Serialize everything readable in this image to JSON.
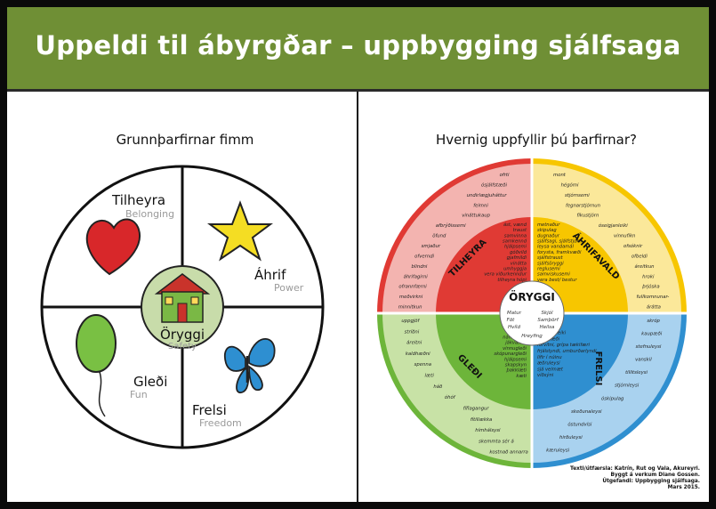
{
  "title": "Uppeldi til ábyrgðar – uppbygging sjálfsaga",
  "left": {
    "subtitle": "Grunnþarfirnar fimm",
    "needs": {
      "belong": {
        "label": "Tilheyra",
        "en": "Belonging"
      },
      "power": {
        "label": "Áhrif",
        "en": "Power"
      },
      "fun": {
        "label": "Gleði",
        "en": "Fun"
      },
      "freedom": {
        "label": "Frelsi",
        "en": "Freedom"
      },
      "safety": {
        "label": "Öryggi",
        "en": "Safety"
      }
    }
  },
  "right": {
    "subtitle": "Hvernig uppfyllir þú þarfirnar?",
    "center": {
      "label": "ÖRYGGI",
      "items": [
        "Matur",
        "Föt",
        "Hvíld",
        "Skjól",
        "Samþörf",
        "Heilsa",
        "Hreyfing"
      ]
    },
    "sectors": {
      "tilheyra": {
        "label": "TILHEYRA",
        "inner": [
          "ást, vænd",
          "traust",
          "samvinna",
          "samkennd",
          "hjálpsemi",
          "góðvild",
          "gjafmildi",
          "vinátta",
          "umhyggja",
          "vera viðurkenndur",
          "tilheyra hópi"
        ],
        "outer": [
          "ofrti",
          "ósjálfstæði",
          "undirlægjuháttur",
          "feimni",
          "vináttukaup",
          "afbrýðissemi",
          "öfund",
          "smjaður",
          "ofverndi",
          "blindni",
          "áhrifagirni",
          "ofrannfærni",
          "meðvirkni",
          "minnitkun"
        ]
      },
      "ahrif": {
        "label": "ÁHRIFAVALD",
        "inner": [
          "metnaður",
          "skipulag",
          "dugnaður",
          "sjálfsagi, sjálfstjórn",
          "leysa vandamál",
          "forysta, framkvæði",
          "sjálfstraust",
          "sjálfsöryggi",
          "reglusemi",
          "samviskusemi",
          "vera best/ bestur"
        ],
        "outer": [
          "mont",
          "hégómi",
          "stjórnsemi",
          "fegnarstjórnun",
          "fíkustjórn",
          "óseigjanleiki",
          "vinnufíkn",
          "ofsóknir",
          "ofbeldi",
          "áreitkun",
          "hroki",
          "þrjóska",
          "fullkomnunar-",
          "árátta"
        ]
      },
      "gledi": {
        "label": "GLEÐI",
        "inner": [
          "leikur",
          "áhuqi",
          "spenna",
          "námsgleði",
          "jákvæðni",
          "vinnugleði",
          "skópunargleði",
          "hjálpsemi",
          "skapskyn",
          "þakklæti",
          "kæti"
        ],
        "outer": [
          "uppgjöf",
          "stríðni",
          "áreitni",
          "kaldhæðni",
          "spenna",
          "læti",
          "háð",
          "óhóf",
          "fíflagangur",
          "fítillækka",
          "hímhálsysi",
          "skemmta sér á",
          "kostnað annarra"
        ]
      },
      "frelsi": {
        "label": "FRELSI",
        "inner": [
          "skópun",
          "frumleiki",
          "sveigjanleiki",
          "sjálfstæði",
          "forvitni, grípa tækifæri",
          "frjálslyndi, umburðarlyndi",
          "lífir í núinu",
          "æðruleysi",
          "sjá velmæt",
          "víðsýni"
        ],
        "outer": [
          "skróp",
          "kaupæði",
          "stefnuleysi",
          "vanskil",
          "tillitsleysi",
          "stjórnleysi",
          "óskipulag",
          "skeðunaleysi",
          "óstundvísi",
          "hirðuleysi",
          "kæruleysi"
        ]
      }
    }
  },
  "credits": [
    "Texti/útfærsla: Katrín, Rut og Vala, Akureyri.",
    "Byggt á verkum Diane Gossen.",
    "",
    "Útgefandi: Uppbygging sjálfsaga.",
    "Mars 2015."
  ],
  "colors": {
    "banner": "#6f8f35",
    "red": "#e03a34",
    "yellow": "#f7c600",
    "green": "#6db53a",
    "blue": "#2f8fd0"
  }
}
